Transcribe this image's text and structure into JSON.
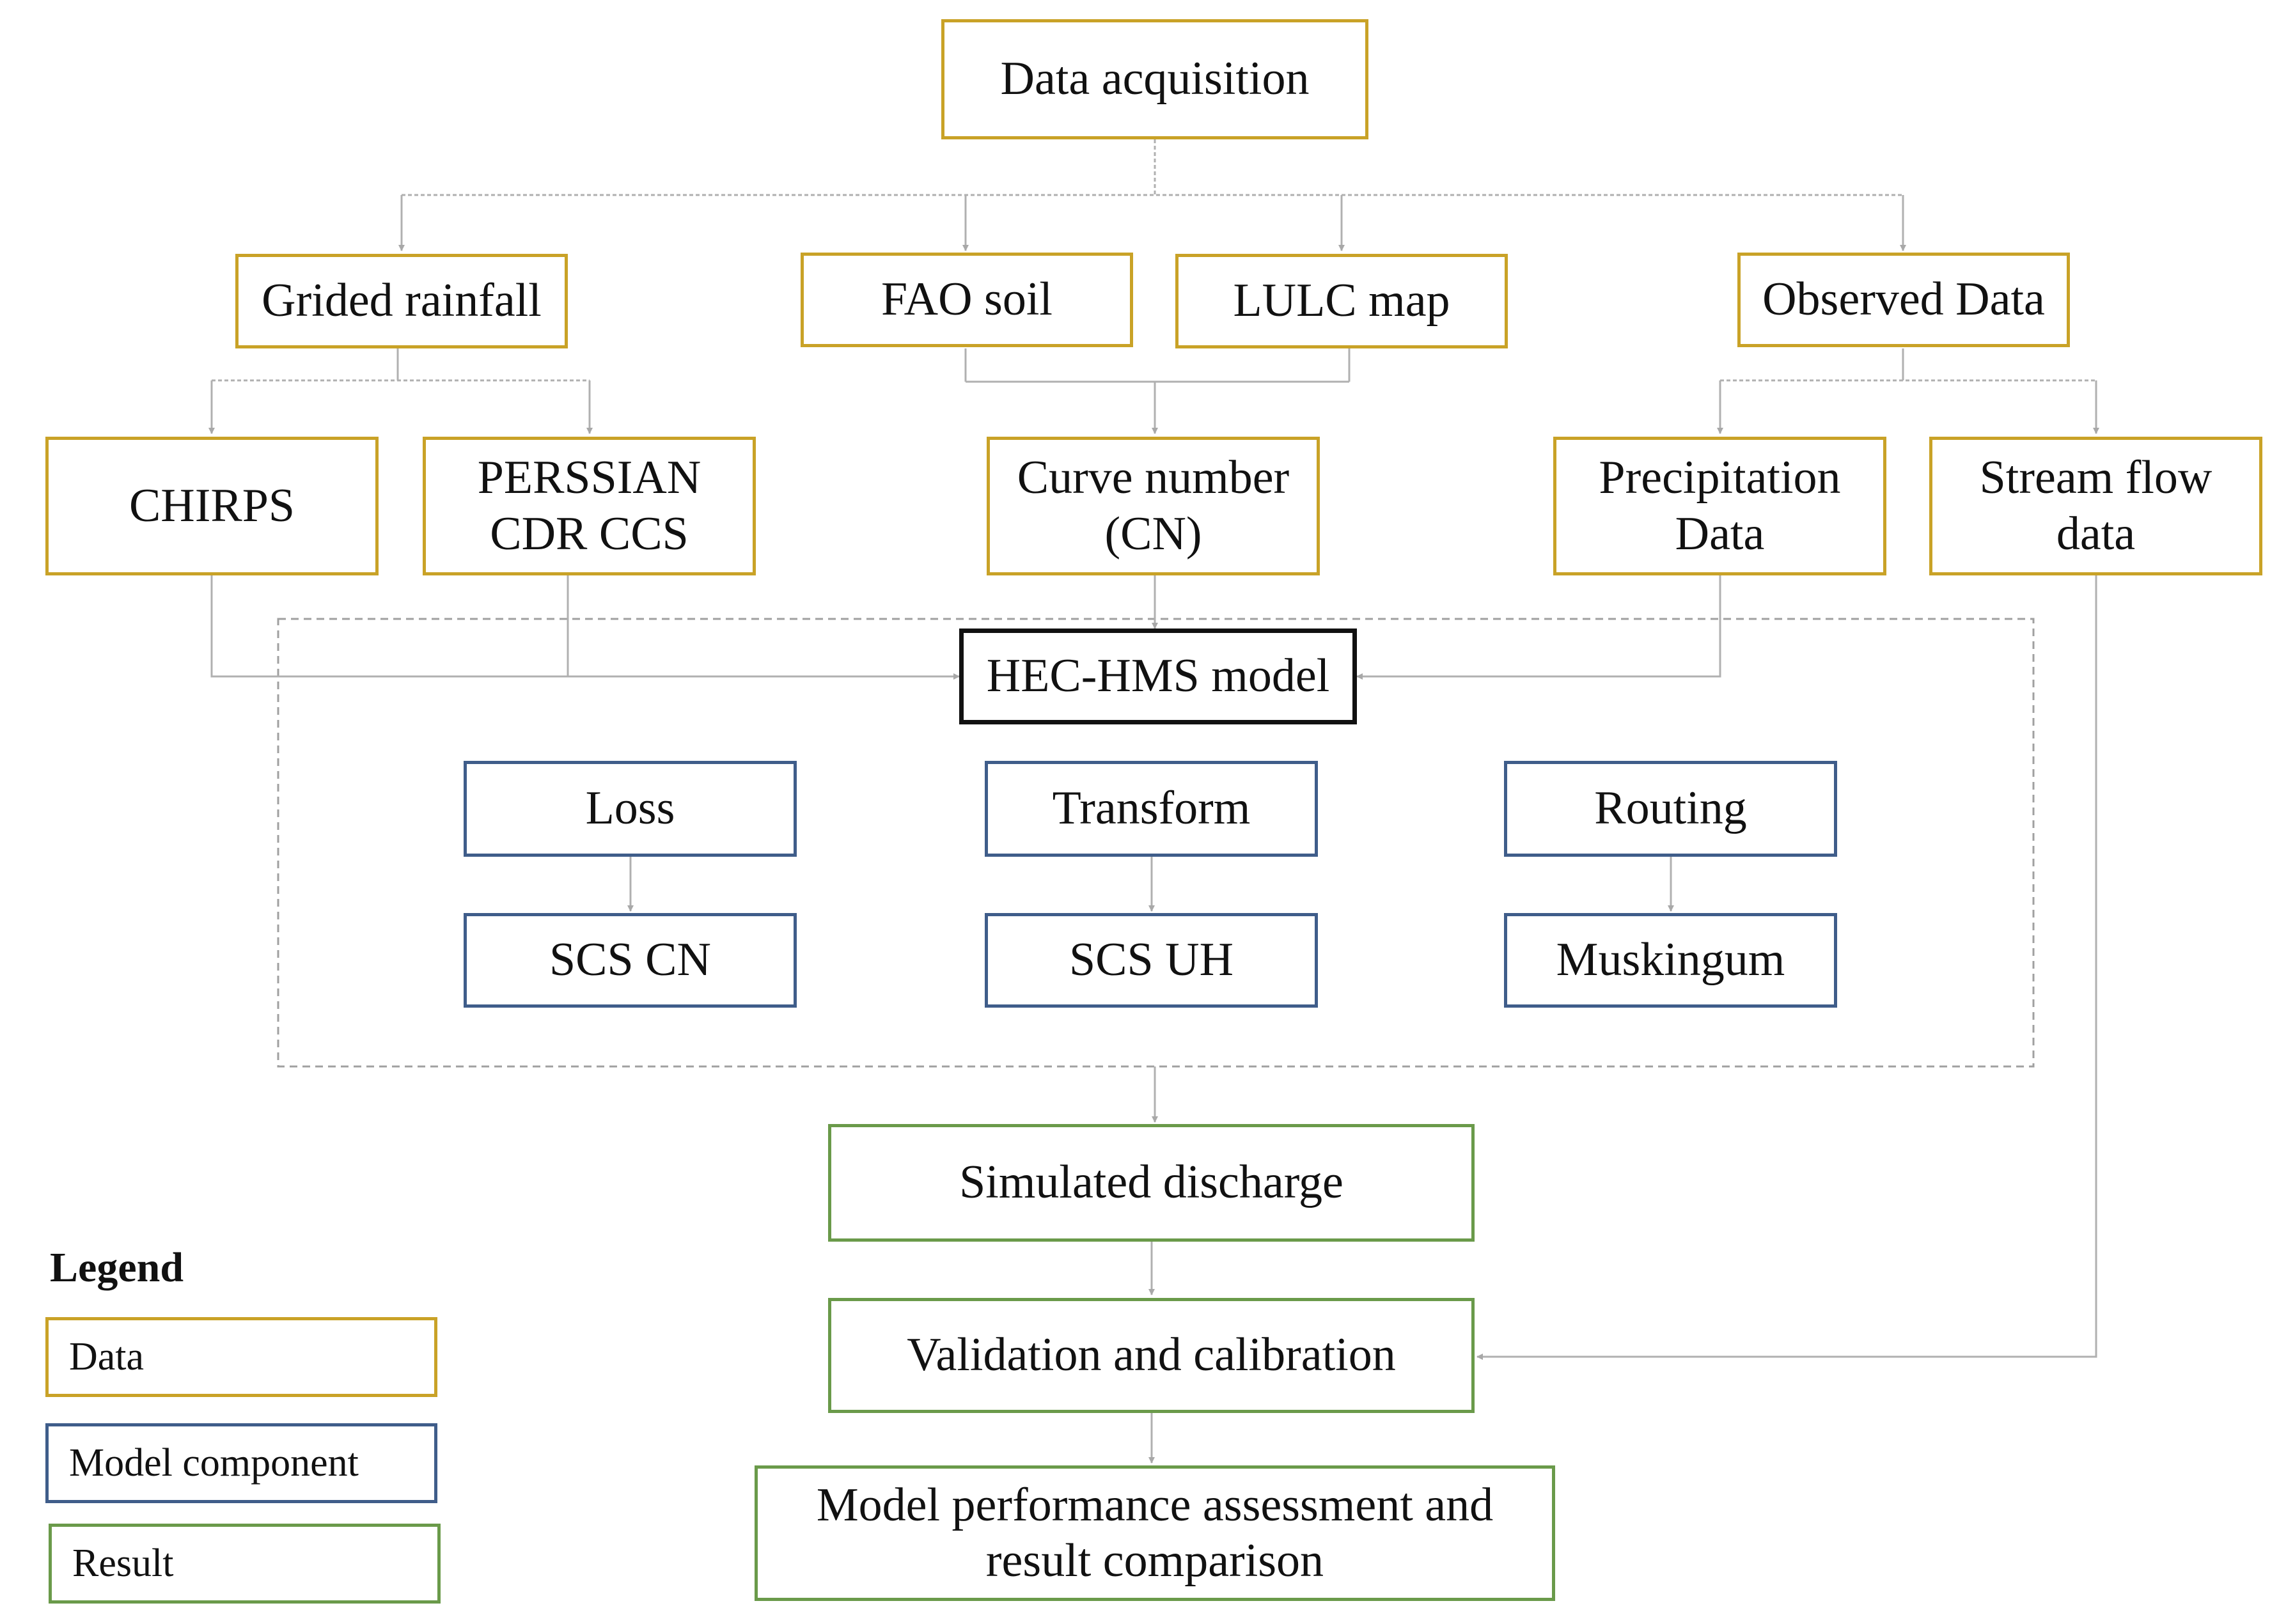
{
  "nodes": {
    "data_acquisition": "Data acquisition",
    "grided_rainfall": "Grided rainfall",
    "fao_soil": "FAO soil",
    "lulc_map": "LULC map",
    "observed_data": "Observed Data",
    "chirps": "CHIRPS",
    "perssian": "PERSSIAN\nCDR CCS",
    "curve_number": "Curve number\n(CN)",
    "precipitation_data": "Precipitation\nData",
    "stream_flow_data": "Stream flow\ndata",
    "hec_hms": "HEC-HMS model",
    "loss": "Loss",
    "transform": "Transform",
    "routing": "Routing",
    "scs_cn": "SCS CN",
    "scs_uh": "SCS UH",
    "muskingum": "Muskingum",
    "simulated_discharge": "Simulated discharge",
    "validation": "Validation and calibration",
    "assessment": "Model performance assessment and\nresult comparison"
  },
  "legend": {
    "title": "Legend",
    "data": "Data",
    "model_component": "Model component",
    "result": "Result"
  },
  "colors": {
    "data": "#c9a227",
    "model_component": "#3f5d8a",
    "result": "#6a9a4a",
    "core": "#111111",
    "connector": "#b0b0b0"
  }
}
